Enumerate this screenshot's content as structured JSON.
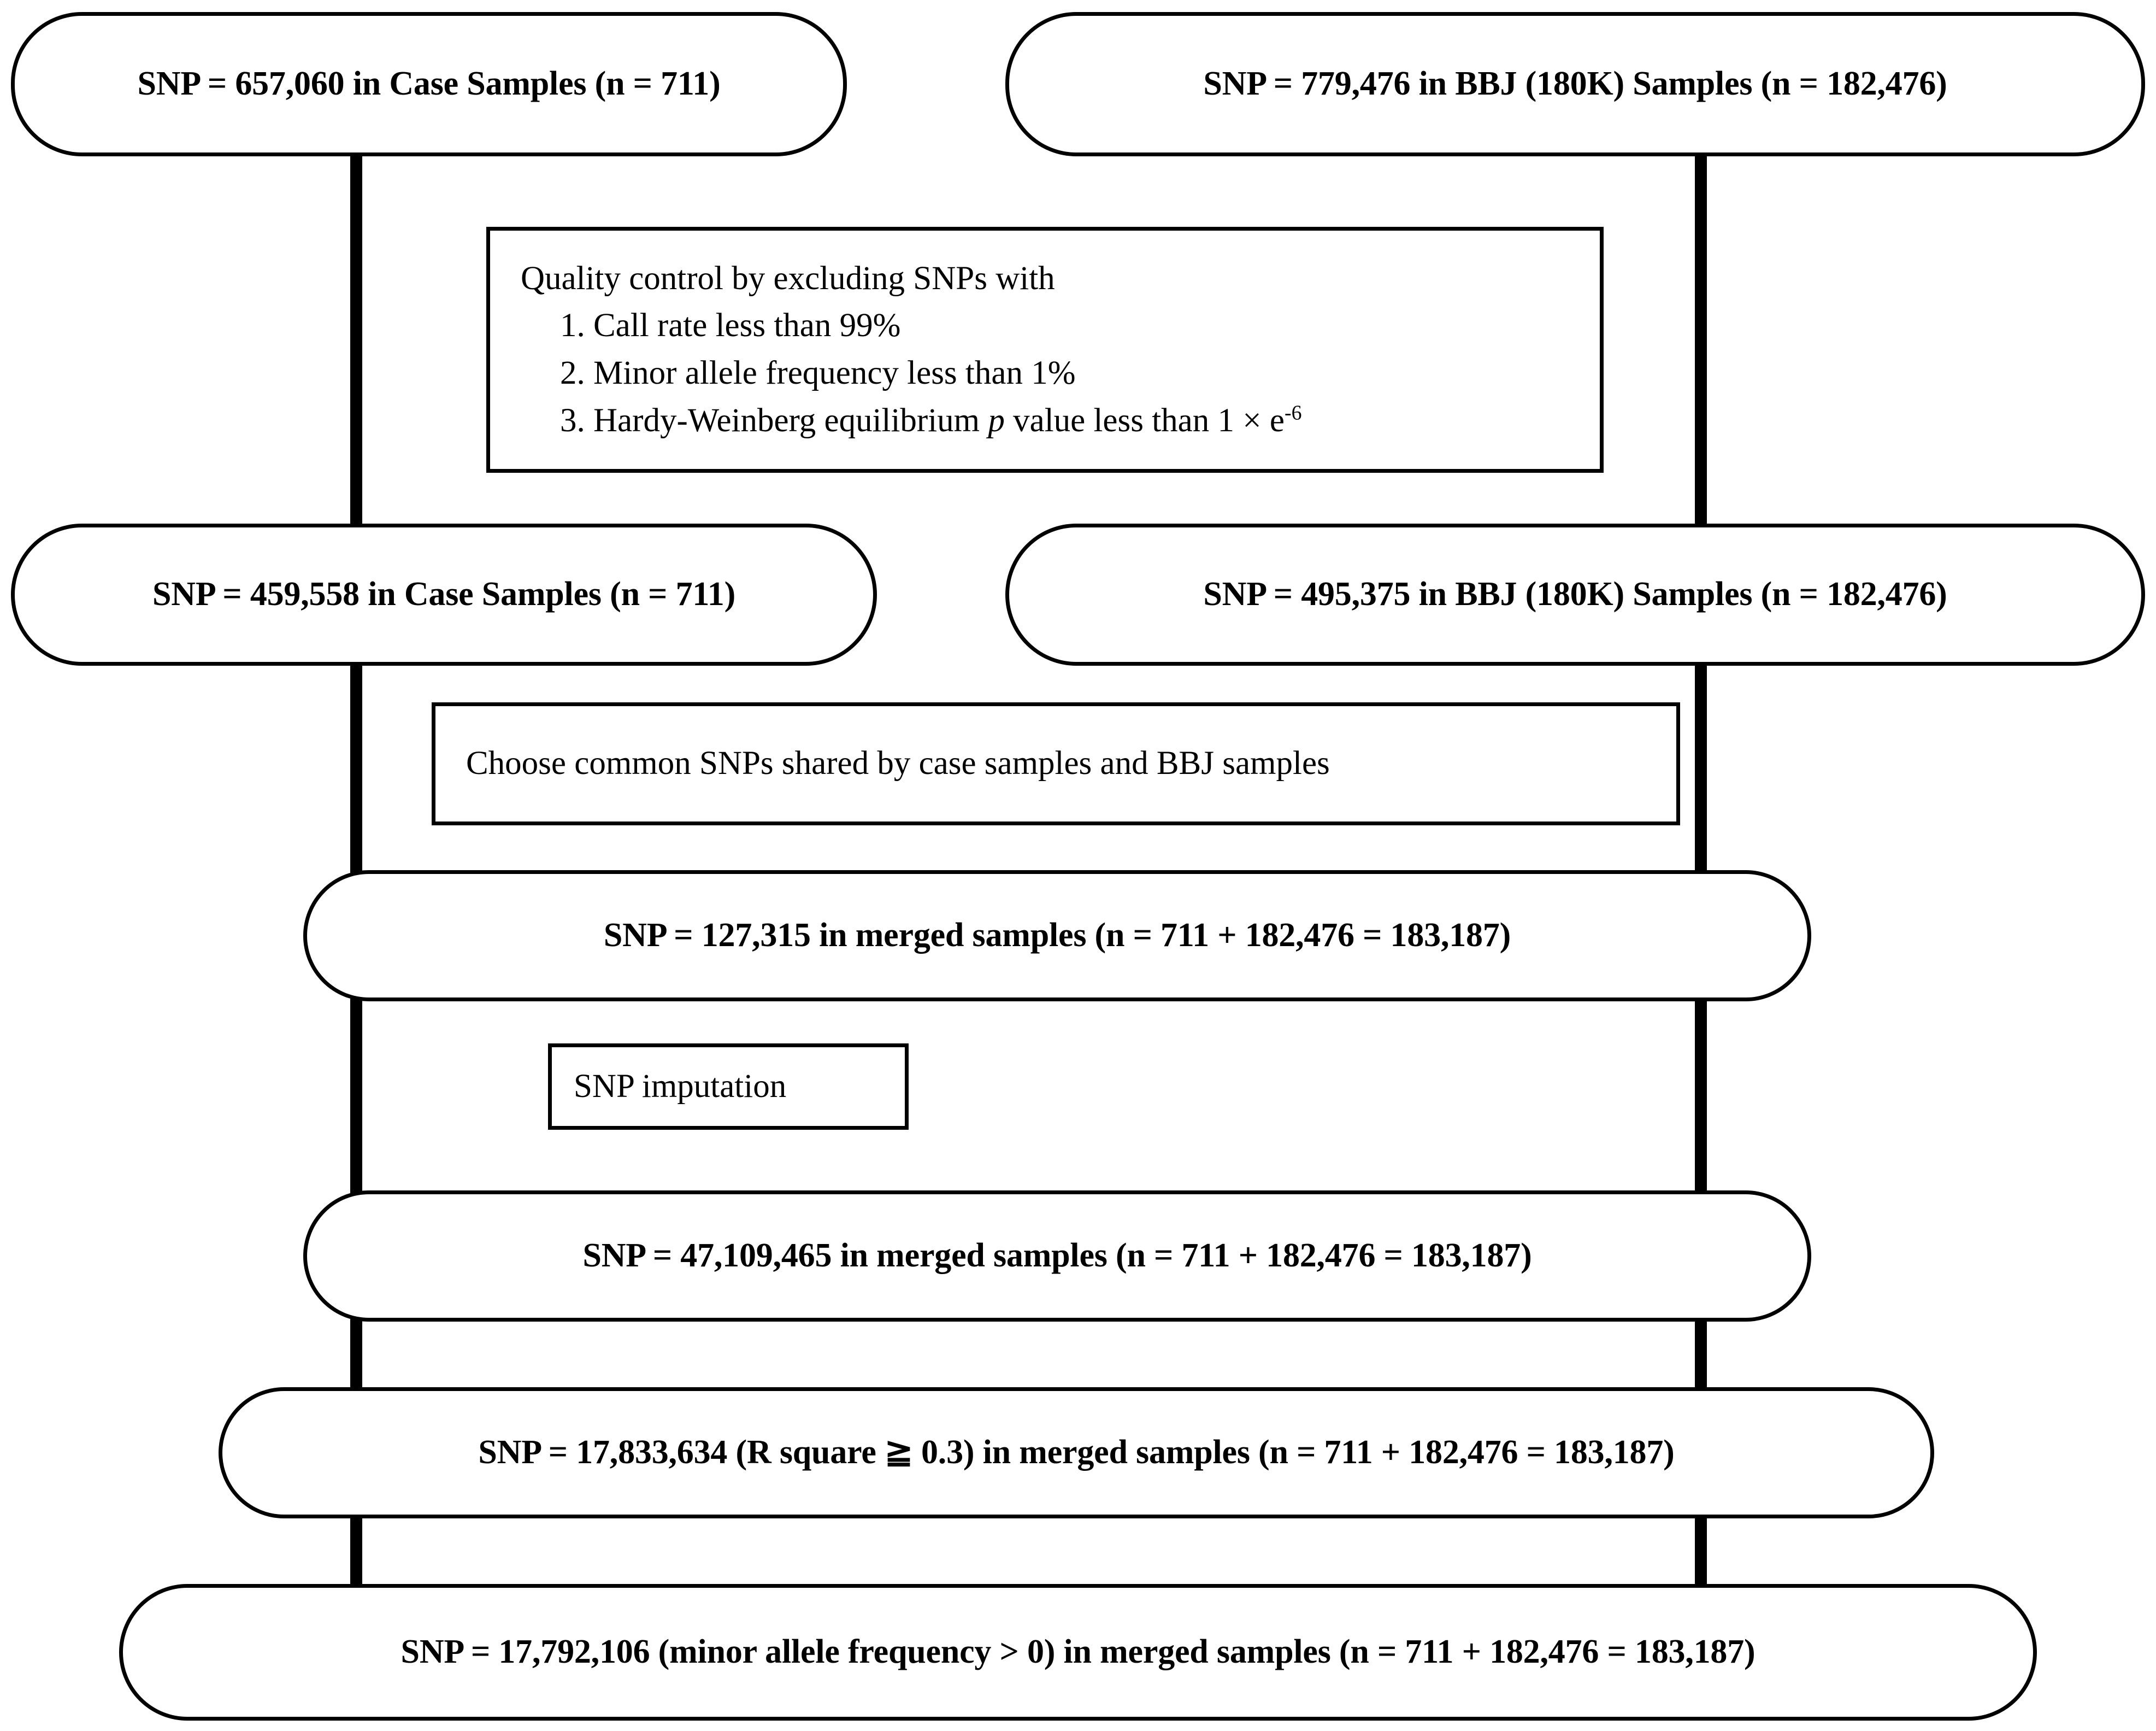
{
  "diagram": {
    "title": "SNP quality-control and imputation flowchart",
    "stroke_color": "#000000",
    "background_color": "#ffffff"
  },
  "nodes": {
    "case_initial": "SNP = 657,060 in Case Samples (n = 711)",
    "bbj_initial": "SNP = 779,476 in BBJ (180K) Samples (n = 182,476)",
    "case_qc": "SNP = 459,558 in Case Samples (n = 711)",
    "bbj_qc": "SNP = 495,375 in BBJ (180K) Samples (n = 182,476)",
    "merged_common": "SNP = 127,315 in merged samples (n = 711 + 182,476 = 183,187)",
    "merged_imputed": "SNP = 47,109,465 in merged samples (n = 711 + 182,476 = 183,187)",
    "merged_rsq": "SNP = 17,833,634 (R square ≧ 0.3) in merged samples (n = 711 + 182,476 = 183,187)",
    "merged_maf": "SNP = 17,792,106 (minor allele frequency > 0) in merged samples (n = 711 + 182,476 = 183,187)"
  },
  "steps": {
    "quality_control": {
      "heading": "Quality control by excluding SNPs with",
      "criteria": [
        "1. Call rate less than 99%",
        "2. Minor allele frequency less than 1%"
      ],
      "criterion_3_prefix": "3. Hardy-Weinberg equilibrium ",
      "criterion_3_italic": "p",
      "criterion_3_mid": " value less than 1 × e",
      "criterion_3_sup": "-6"
    },
    "choose_common": "Choose common SNPs shared by case samples and BBJ samples",
    "imputation": "SNP imputation"
  }
}
